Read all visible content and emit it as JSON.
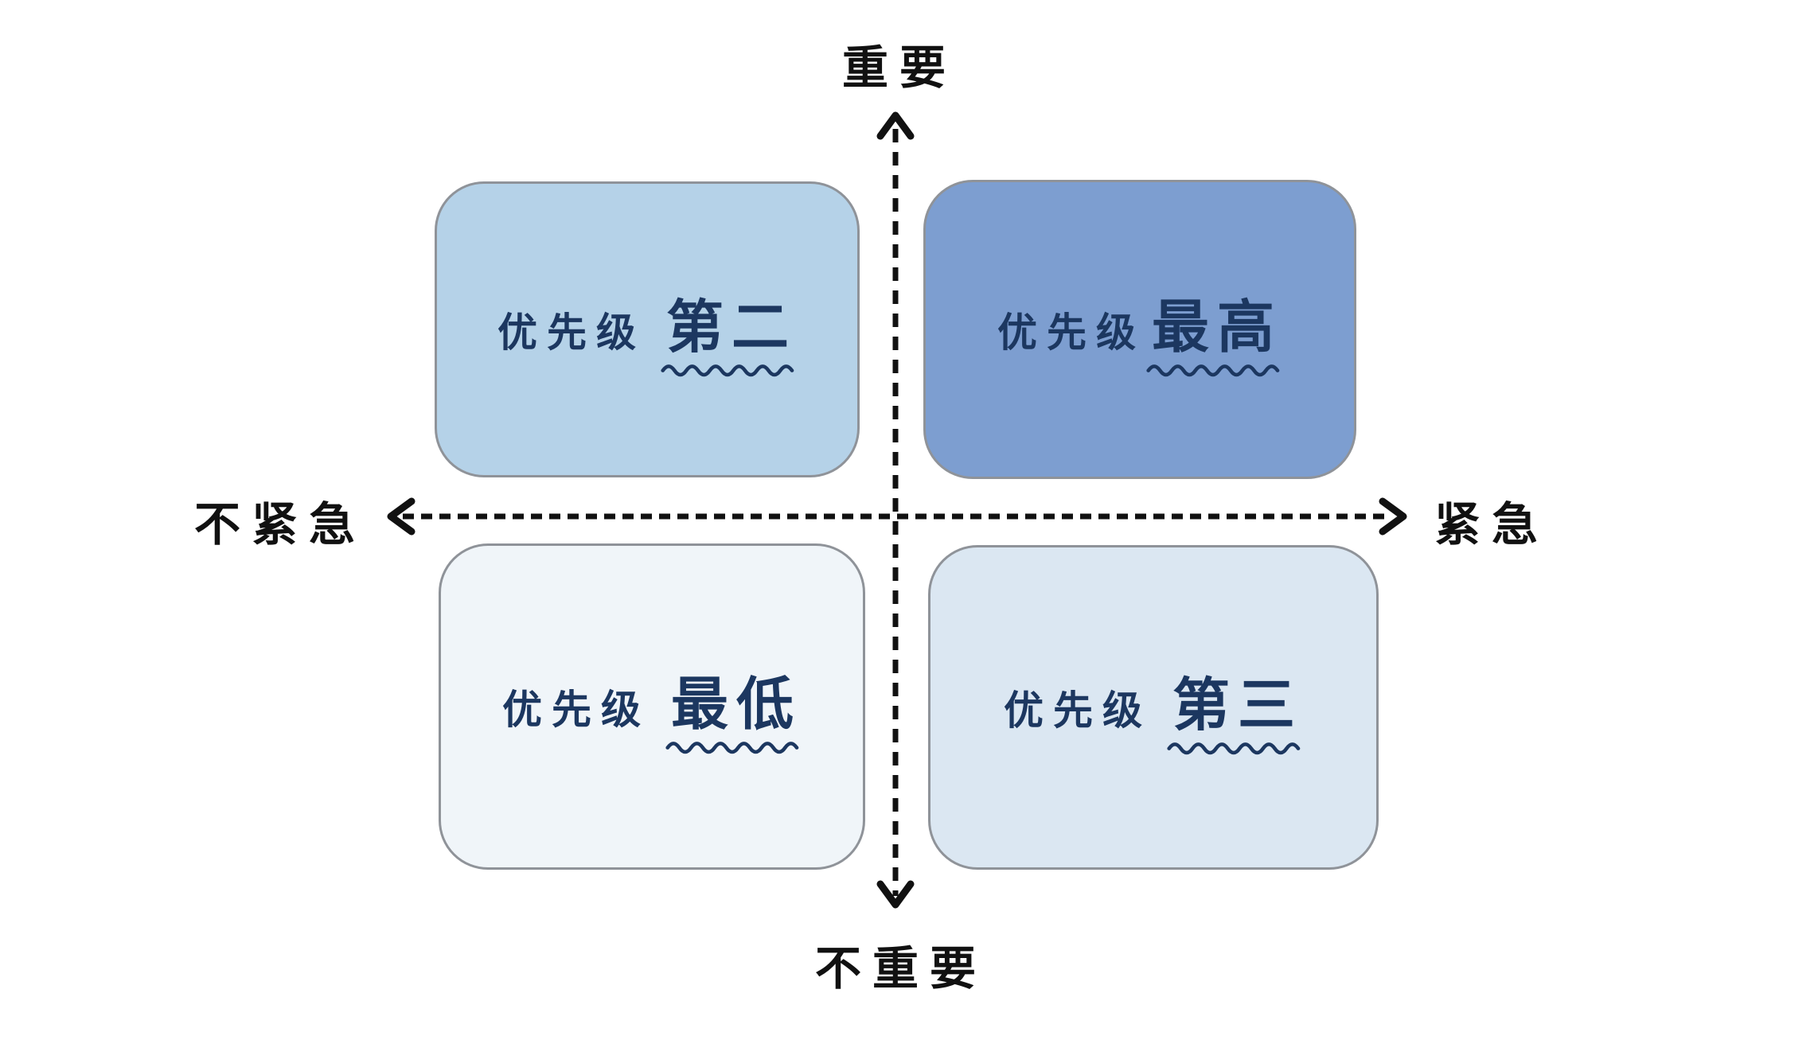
{
  "matrix": {
    "title_hint": "priority-quadrant-diagram",
    "axes": {
      "top_label": "重要",
      "bottom_label": "不重要",
      "left_label": "不紧急",
      "right_label": "紧急"
    },
    "quadrants": [
      {
        "position": "top-left",
        "prefix": "优先级",
        "level": "第二",
        "fill": "#b5d2e8"
      },
      {
        "position": "top-right",
        "prefix": "优先级",
        "level": "最高",
        "fill": "#7d9ed0"
      },
      {
        "position": "bottom-left",
        "prefix": "优先级",
        "level": "最低",
        "fill": "#f0f5f9"
      },
      {
        "position": "bottom-right",
        "prefix": "优先级",
        "level": "第三",
        "fill": "#dbe7f2"
      }
    ],
    "colors": {
      "quadrant_text": "#1c3760",
      "axis_line": "#111111",
      "box_border": "#8f9399",
      "background": "#ffffff"
    }
  }
}
